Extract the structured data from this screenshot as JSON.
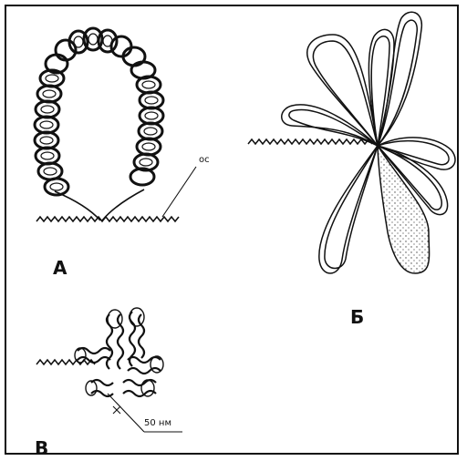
{
  "panels": {
    "a": {
      "label": "А"
    },
    "b": {
      "label": "Б"
    },
    "c": {
      "label": "В"
    }
  },
  "annotations": {
    "axis": "ос",
    "scale": "50 нм"
  },
  "colors": {
    "ink": "#111111",
    "stipple": "#444444"
  }
}
